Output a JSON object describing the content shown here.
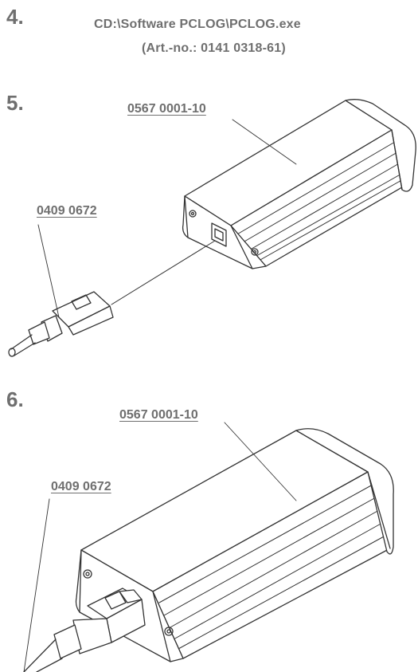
{
  "step4": {
    "number": "4.",
    "path": "CD:\\Software PCLOG\\PCLOG.exe",
    "article": "(Art.-no.: 0141 0318-61)"
  },
  "step5": {
    "number": "5.",
    "device_label": "0567 0001-10",
    "cable_label": "0409 0672"
  },
  "step6": {
    "number": "6.",
    "device_label": "0567 0001-10",
    "cable_label": "0409 0672"
  }
}
